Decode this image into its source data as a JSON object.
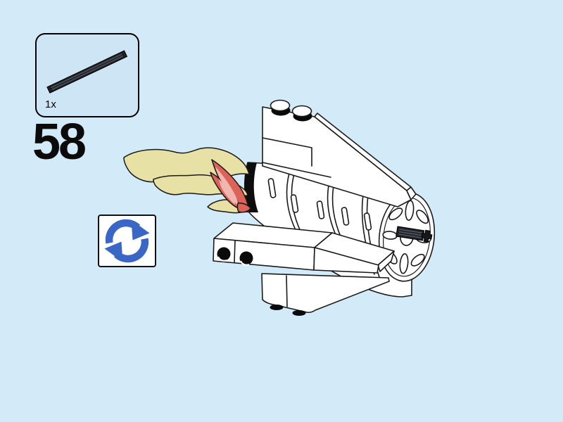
{
  "page": {
    "background_color": "#d3eaf8"
  },
  "step": {
    "number": "58"
  },
  "parts_callout": {
    "quantity": "1x",
    "part": "technic-axle-black",
    "box_fill": "#cde5f5"
  },
  "rotate_hint": {
    "meaning": "rotate-model",
    "arrow_color": "#3a67c5"
  },
  "model": {
    "subject": "white rocket rear assembly with exhaust flames",
    "colors": {
      "body": "#ffffff",
      "outline": "#1a1a1a",
      "flame_yellow": "#e8e1a5",
      "flame_red": "#dd6358",
      "flame_pink": "#f2b6b0",
      "axle_dark": "#23272c"
    }
  }
}
